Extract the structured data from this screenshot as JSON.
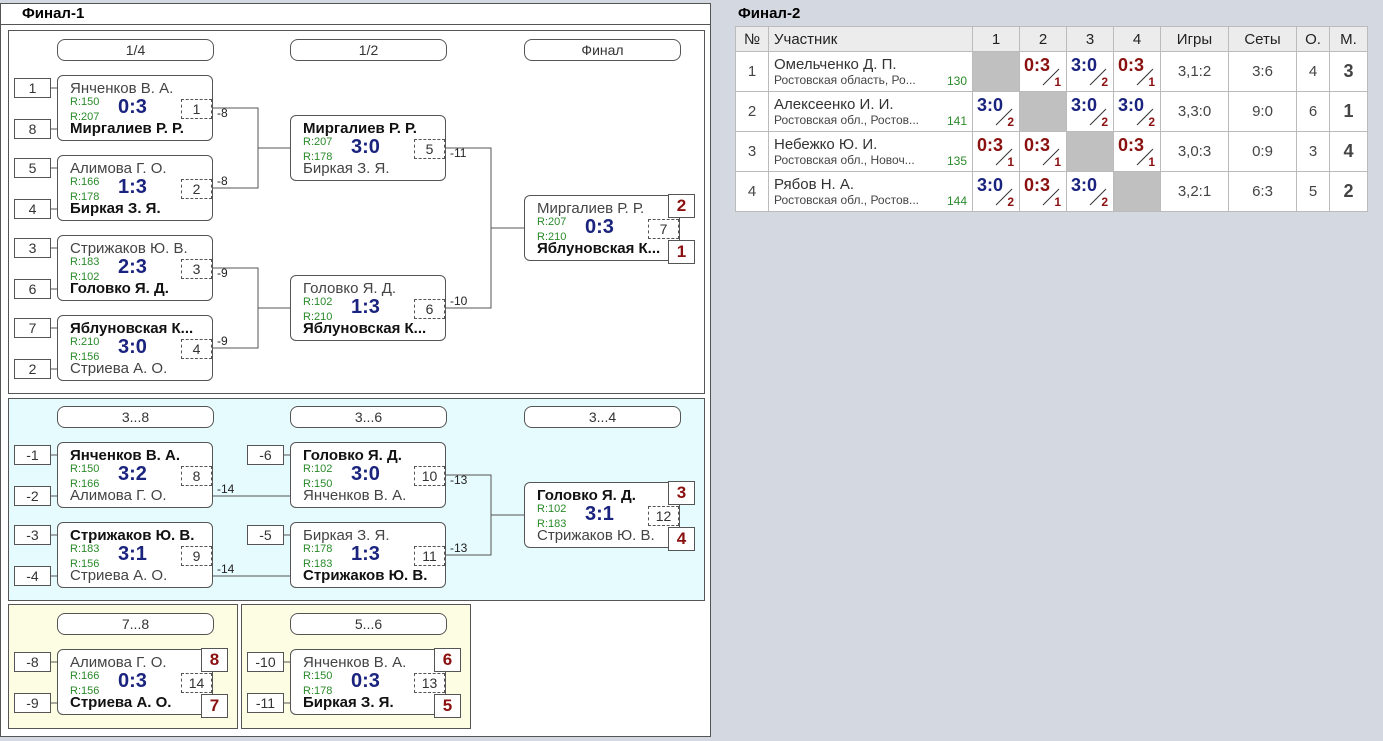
{
  "final1": {
    "title": "Финал-1",
    "headers": {
      "qf": "1/4",
      "sf": "1/2",
      "final": "Финал",
      "r38": "3...8",
      "r36": "3...6",
      "r34": "3...4",
      "r78": "7...8",
      "r56": "5...6"
    },
    "seeds": {
      "s1": "1",
      "s8": "8",
      "s5": "5",
      "s4": "4",
      "s3": "3",
      "s6": "6",
      "s7": "7",
      "s2": "2",
      "m1": "-1",
      "m2": "-2",
      "m3": "-3",
      "m4": "-4",
      "m6": "-6",
      "m5": "-5",
      "m8": "-8",
      "m9": "-9",
      "m10": "-10",
      "m11": "-11"
    },
    "matches": {
      "qf1": {
        "p1": "Янченков В. А.",
        "p2": "Миргалиев Р. Р.",
        "r1": "R:150",
        "r2": "R:207",
        "score": "0:3",
        "num": "1",
        "loser": "-8"
      },
      "qf2": {
        "p1": "Алимова Г. О.",
        "p2": "Биркая З. Я.",
        "r1": "R:166",
        "r2": "R:178",
        "score": "1:3",
        "num": "2",
        "loser": "-8"
      },
      "qf3": {
        "p1": "Стрижаков Ю. В.",
        "p2": "Головко Я. Д.",
        "r1": "R:183",
        "r2": "R:102",
        "score": "2:3",
        "num": "3",
        "loser": "-9"
      },
      "qf4": {
        "p1": "Яблуновская К...",
        "p2": "Стриева А. О.",
        "r1": "R:210",
        "r2": "R:156",
        "score": "3:0",
        "num": "4",
        "loser": "-9"
      },
      "sf1": {
        "p1": "Миргалиев Р. Р.",
        "p2": "Биркая З. Я.",
        "r1": "R:207",
        "r2": "R:178",
        "score": "3:0",
        "num": "5",
        "loser": "-11"
      },
      "sf2": {
        "p1": "Головко Я. Д.",
        "p2": "Яблуновская К...",
        "r1": "R:102",
        "r2": "R:210",
        "score": "1:3",
        "num": "6",
        "loser": "-10"
      },
      "fin": {
        "p1": "Миргалиев Р. Р.",
        "p2": "Яблуновская К...",
        "r1": "R:207",
        "r2": "R:210",
        "score": "0:3",
        "num": "7",
        "place1": "2",
        "place2": "1"
      },
      "c1": {
        "p1": "Янченков В. А.",
        "p2": "Алимова Г. О.",
        "r1": "R:150",
        "r2": "R:166",
        "score": "3:2",
        "num": "8",
        "loser": "-14"
      },
      "c2": {
        "p1": "Стрижаков Ю. В.",
        "p2": "Стриева А. О.",
        "r1": "R:183",
        "r2": "R:156",
        "score": "3:1",
        "num": "9",
        "loser": "-14"
      },
      "c3": {
        "p1": "Головко Я. Д.",
        "p2": "Янченков В. А.",
        "r1": "R:102",
        "r2": "R:150",
        "score": "3:0",
        "num": "10",
        "loser": "-13"
      },
      "c4": {
        "p1": "Биркая З. Я.",
        "p2": "Стрижаков Ю. В.",
        "r1": "R:178",
        "r2": "R:183",
        "score": "1:3",
        "num": "11",
        "loser": "-13"
      },
      "c5": {
        "p1": "Головко Я. Д.",
        "p2": "Стрижаков Ю. В.",
        "r1": "R:102",
        "r2": "R:183",
        "score": "3:1",
        "num": "12",
        "place1": "3",
        "place2": "4"
      },
      "m78": {
        "p1": "Алимова Г. О.",
        "p2": "Стриева А. О.",
        "r1": "R:166",
        "r2": "R:156",
        "score": "0:3",
        "num": "14",
        "place1": "8",
        "place2": "7"
      },
      "m56": {
        "p1": "Янченков В. А.",
        "p2": "Биркая З. Я.",
        "r1": "R:150",
        "r2": "R:178",
        "score": "0:3",
        "num": "13",
        "place1": "6",
        "place2": "5"
      }
    }
  },
  "final2": {
    "title": "Финал-2",
    "columns": [
      "№",
      "Участник",
      "1",
      "2",
      "3",
      "4",
      "Игры",
      "Сеты",
      "О.",
      "М."
    ],
    "rows": [
      {
        "n": "1",
        "name": "Омельченко Д. П.",
        "region": "Ростовская область, Ро...",
        "rating": "130",
        "cells": [
          null,
          {
            "s": "0:3",
            "k": "1"
          },
          {
            "s": "3:0",
            "k": "2"
          },
          {
            "s": "0:3",
            "k": "1"
          }
        ],
        "games": "3,1:2",
        "sets": "3:6",
        "points": "4",
        "place": "3"
      },
      {
        "n": "2",
        "name": "Алексеенко И. И.",
        "region": "Ростовская обл., Ростов...",
        "rating": "141",
        "cells": [
          {
            "s": "3:0",
            "k": "2"
          },
          null,
          {
            "s": "3:0",
            "k": "2"
          },
          {
            "s": "3:0",
            "k": "2"
          }
        ],
        "games": "3,3:0",
        "sets": "9:0",
        "points": "6",
        "place": "1"
      },
      {
        "n": "3",
        "name": "Небежко Ю. И.",
        "region": "Ростовская обл., Новоч...",
        "rating": "135",
        "cells": [
          {
            "s": "0:3",
            "k": "1"
          },
          {
            "s": "0:3",
            "k": "1"
          },
          null,
          {
            "s": "0:3",
            "k": "1"
          }
        ],
        "games": "3,0:3",
        "sets": "0:9",
        "points": "3",
        "place": "4"
      },
      {
        "n": "4",
        "name": "Рябов Н. А.",
        "region": "Ростовская обл., Ростов...",
        "rating": "144",
        "cells": [
          {
            "s": "3:0",
            "k": "2"
          },
          {
            "s": "0:3",
            "k": "1"
          },
          {
            "s": "3:0",
            "k": "2"
          },
          null
        ],
        "games": "3,2:1",
        "sets": "6:3",
        "points": "5",
        "place": "2"
      }
    ]
  },
  "colors": {
    "cyan_section": "#e6fbfd",
    "yellow_section": "#fdfde3",
    "score": "#1a237e",
    "place": "#8b1010",
    "rating": "#2a8a2a"
  }
}
